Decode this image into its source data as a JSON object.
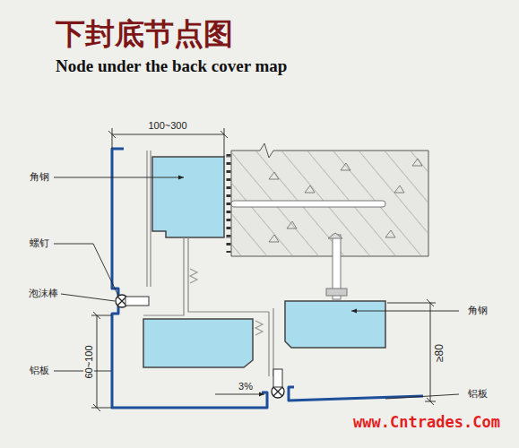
{
  "diagram": {
    "title": "下封底节点图",
    "labels": [
      "Node under the back cover map",
      "100~300",
      "角钢",
      "螺钉",
      "泡沫棒",
      "60~100",
      "铝板",
      "角钢",
      "≥80",
      "3%",
      "铝板",
      "www.Cntrades.Com"
    ]
  }
}
